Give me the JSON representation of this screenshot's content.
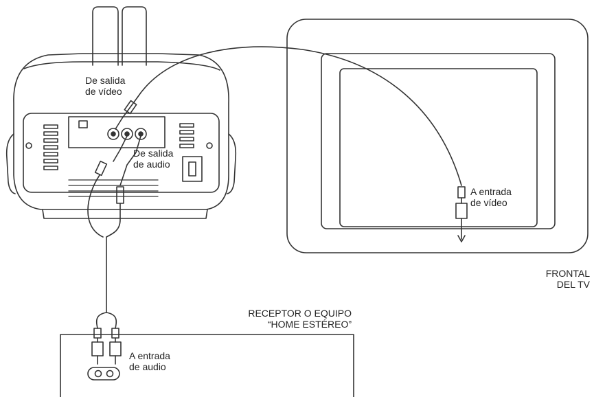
{
  "labels": {
    "video_out": [
      "De salida",
      "de vídeo"
    ],
    "audio_out": [
      "De salida",
      "de audio"
    ],
    "video_in": [
      "A entrada",
      "de vídeo"
    ],
    "tv_front": [
      "FRONTAL",
      "DEL TV"
    ],
    "receiver": [
      "RECEPTOR O EQUIPO",
      "“HOME ESTÉREO”"
    ],
    "audio_in": [
      "A entrada",
      "de audio"
    ]
  },
  "colors": {
    "line": "#333333",
    "background": "#ffffff"
  }
}
